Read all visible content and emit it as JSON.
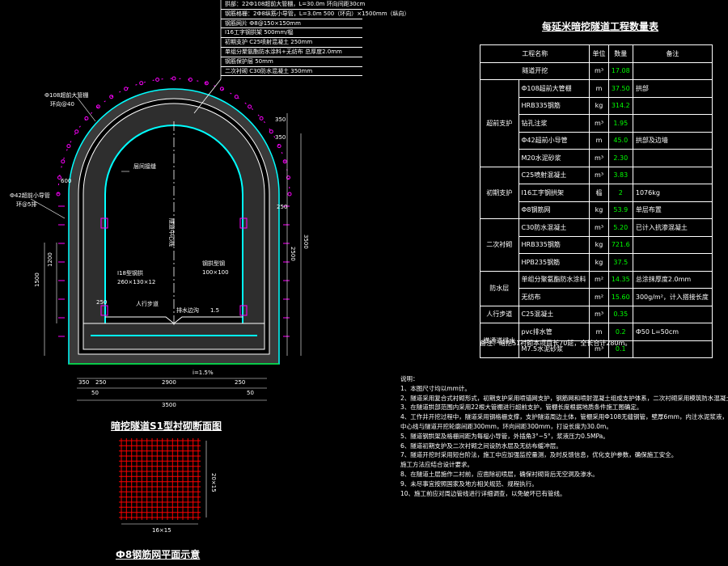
{
  "drawing": {
    "main_title": "暗挖隧道S1型衬砌断面图",
    "mesh_title": "Ф8钢筋网平面示意",
    "colors": {
      "background": "#000000",
      "line": "#ffffff",
      "accent_cyan": "#00ffff",
      "accent_magenta": "#ff00ff",
      "accent_green": "#00ff00",
      "mesh_red": "#ff0000"
    },
    "labels": {
      "pipe_shed": "Ф108超前大管棚",
      "pipe_shed_spacing": "环向@40",
      "small_pipe": "Ф42超前小导管",
      "small_pipe_spacing": "环@5排",
      "steel_arch": "I18型钢拱",
      "steel_arch_spec": "260×130×12",
      "drain_pipe": "钢拱型钢",
      "drain_pipe_spec": "100×100",
      "center_line": "隧道中心线",
      "sidewalk": "人行步道",
      "drain_ditch": "排水边沟",
      "slope": "1.5",
      "arch_band": "层间接缝"
    },
    "dims": {
      "bottom_total": "3500",
      "bottom_inner": "2900",
      "bottom_left": "350",
      "bottom_right": "250",
      "bottom_50a": "50",
      "bottom_50b": "50",
      "height_total": "3500",
      "height_inner": "2500",
      "left_600": "600",
      "left_1500": "1500",
      "left_1200": "1200",
      "right_350a": "350",
      "right_350b": "350",
      "right_250": "250",
      "slope_label": "i=1.5%",
      "left_250": "250",
      "mesh_w": "16×15",
      "mesh_h": "20×15"
    },
    "spec_lines": [
      "拱部：22Ф108超前大管棚，L=30.0m 环向间距30cm",
      "钢筋格栅：2Ф8纵筋小导管，L=3.0m  500（环向）×1500mm（纵向）",
      "钢筋网片   Ф8@150×150mm",
      "I16工字钢拱架              500mm/榀",
      "初期支护  C25喷射混凝土      250mm",
      "单组分聚氨酯防水涂料+无纺布    总厚度2.0mm",
      "钢筋保护层                 50mm",
      "二次衬砌  C30防水混凝土       350mm"
    ]
  },
  "quantity_table": {
    "title": "每延米暗挖隧道工程数量表",
    "headers": [
      "工程名称",
      "单位",
      "数量",
      "备注"
    ],
    "rows": [
      {
        "group": "",
        "name": "隧道开挖",
        "unit": "m³",
        "qty": "17.08",
        "note": ""
      },
      {
        "group": "超前支护",
        "name": "Ф108超前大管棚",
        "unit": "m",
        "qty": "37.50",
        "note": "拱部"
      },
      {
        "group": "",
        "name": "HRB335钢筋",
        "unit": "kg",
        "qty": "314.2",
        "note": ""
      },
      {
        "group": "",
        "name": "钻孔注浆",
        "unit": "m³",
        "qty": "1.95",
        "note": ""
      },
      {
        "group": "",
        "name": "Ф42超前小导管",
        "unit": "m",
        "qty": "45.0",
        "note": "拱部及边墙"
      },
      {
        "group": "",
        "name": "M20水泥砂浆",
        "unit": "m³",
        "qty": "2.30",
        "note": ""
      },
      {
        "group": "初期支护",
        "name": "C25喷射混凝土",
        "unit": "m³",
        "qty": "3.83",
        "note": ""
      },
      {
        "group": "",
        "name": "I16工字钢拱架",
        "unit": "榀",
        "qty": "2",
        "note": "1076kg"
      },
      {
        "group": "",
        "name": "Ф8钢筋网",
        "unit": "kg",
        "qty": "53.9",
        "note": "单层布置"
      },
      {
        "group": "二次衬砌",
        "name": "C30防水混凝土",
        "unit": "m³",
        "qty": "5.20",
        "note": "已计入抗渗混凝土"
      },
      {
        "group": "",
        "name": "HRB335钢筋",
        "unit": "kg",
        "qty": "721.6",
        "note": ""
      },
      {
        "group": "",
        "name": "HPB235钢筋",
        "unit": "kg",
        "qty": "37.5",
        "note": ""
      },
      {
        "group": "防水层",
        "name": "单组分聚氨酯防水涂料",
        "unit": "m²",
        "qty": "14.35",
        "note": "总涂抹厚度2.0mm"
      },
      {
        "group": "",
        "name": "无纺布",
        "unit": "m²",
        "qty": "15.60",
        "note": "300g/m²，计入搭接长度"
      },
      {
        "group": "人行步道",
        "name": "C25混凝土",
        "unit": "m³",
        "qty": "0.35",
        "note": ""
      },
      {
        "group": "横通道排水",
        "name": "pvc排水管",
        "unit": "m",
        "qty": "0.2",
        "note": "Ф50 L=50cm"
      },
      {
        "group": "",
        "name": "M7.5水泥砂浆",
        "unit": "m³",
        "qty": "0.1",
        "note": ""
      }
    ],
    "footnote": "备注：暗挖S1衬砌本项目长70延，全长合计280m。"
  },
  "notes": {
    "heading": "说明：",
    "items": [
      "1、本图尺寸均以mm计。",
      "2、隧道采用复合式衬砌形式，初期支护采用喷锚网支护，钢筋网和喷射混凝土组成支护体系，二次衬砌采用模筑防水混凝土。",
      "3、在隧道拱部范围内采用22根大管棚进行超前支护，管棚长度根据地质条件施工图确定。",
      "4、工作井开挖过程中，隧道采用钢格栅支撑，支护隧道周边土体，管棚采用Ф108无缝钢管，壁厚6mm，内注水泥浆液，管棚",
      "   中心线与隧道开挖轮廓间距300mm，环向间距300mm，打设长度为30.0m。",
      "5、隧道钢拱架及格栅间距为每榀小导管，外插角3°~5°，浆液压力0.5MPa。",
      "6、隧道初期支护及二次衬砌之间设防水层及无纺布缓冲层。",
      "7、隧道开挖时采用短台阶法，施工中应加强监控量测，及时反馈信息，优化支护参数，确保施工安全。",
      "   施工方法应结合设计要求。",
      "8、在隧道土层施作二衬前，应凿除初喷层，确保衬砌背后无空洞及渗水。",
      "9、未尽事宜按照国家及地方相关规范、规程执行。",
      "10、施工前应对周边管线进行详细调查，以免破坏已有管线。"
    ]
  }
}
